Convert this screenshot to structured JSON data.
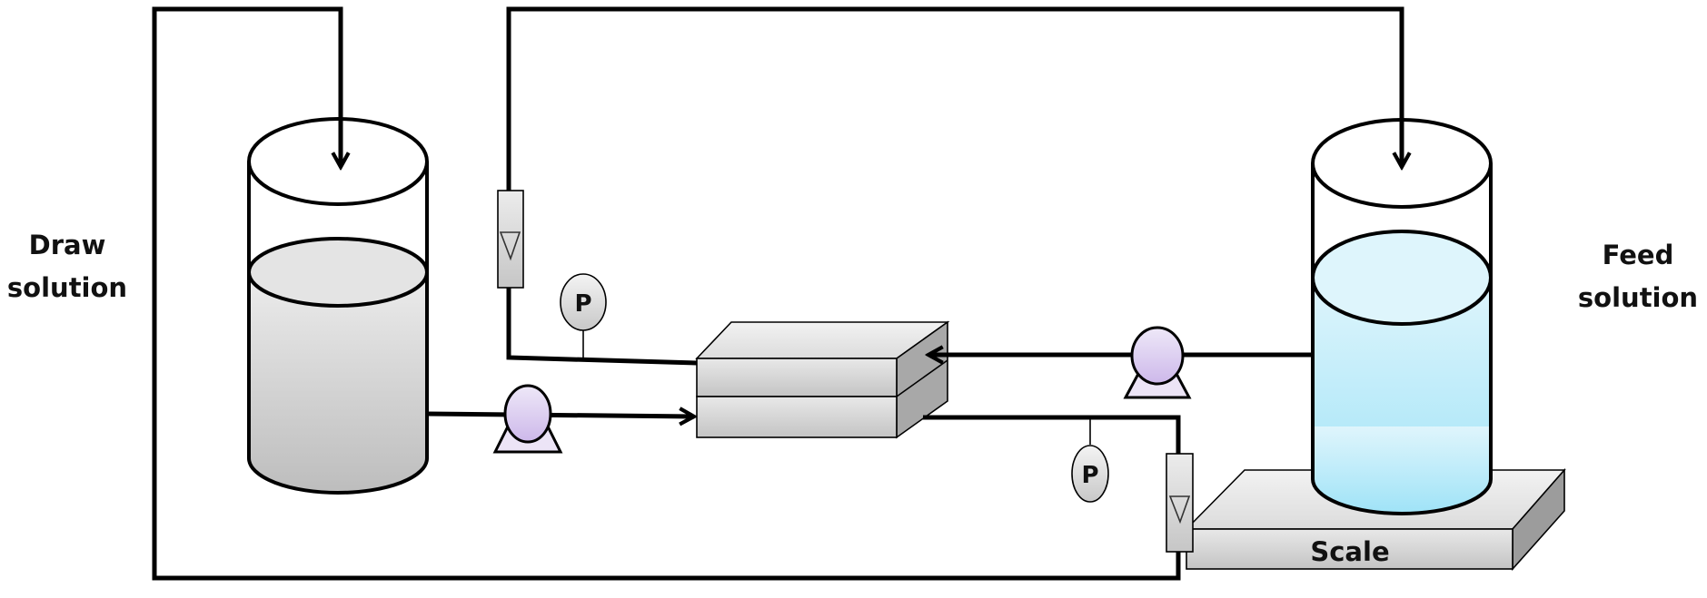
{
  "title": "Forward osmosis experimental setup schematic",
  "labels": {
    "draw_solution_line1": "Draw",
    "draw_solution_line2": "solution",
    "feed_solution_line1": "Feed",
    "feed_solution_line2": "solution",
    "scale": "Scale",
    "pressure_gauge_top": "P",
    "pressure_gauge_bottom": "P"
  },
  "components": [
    {
      "id": "draw-tank",
      "name": "Draw solution tank",
      "liquid_color": "#c8c8c8"
    },
    {
      "id": "feed-tank",
      "name": "Feed solution tank",
      "liquid_color": "#a8e6f8"
    },
    {
      "id": "membrane-module",
      "name": "Membrane cell"
    },
    {
      "id": "draw-pump",
      "name": "Draw pump"
    },
    {
      "id": "feed-pump",
      "name": "Feed pump"
    },
    {
      "id": "flowmeter-feed",
      "name": "Flowmeter (feed return)"
    },
    {
      "id": "flowmeter-draw",
      "name": "Flowmeter (draw return)"
    },
    {
      "id": "pressure-gauge-feed",
      "name": "Pressure gauge (feed)"
    },
    {
      "id": "pressure-gauge-draw",
      "name": "Pressure gauge (draw)"
    },
    {
      "id": "scale",
      "name": "Scale"
    }
  ],
  "colors": {
    "pump_fill": "#dcd0f0",
    "feed_liquid": "#a8e6f8",
    "draw_liquid": "#c8c8c8",
    "line": "#000000"
  }
}
